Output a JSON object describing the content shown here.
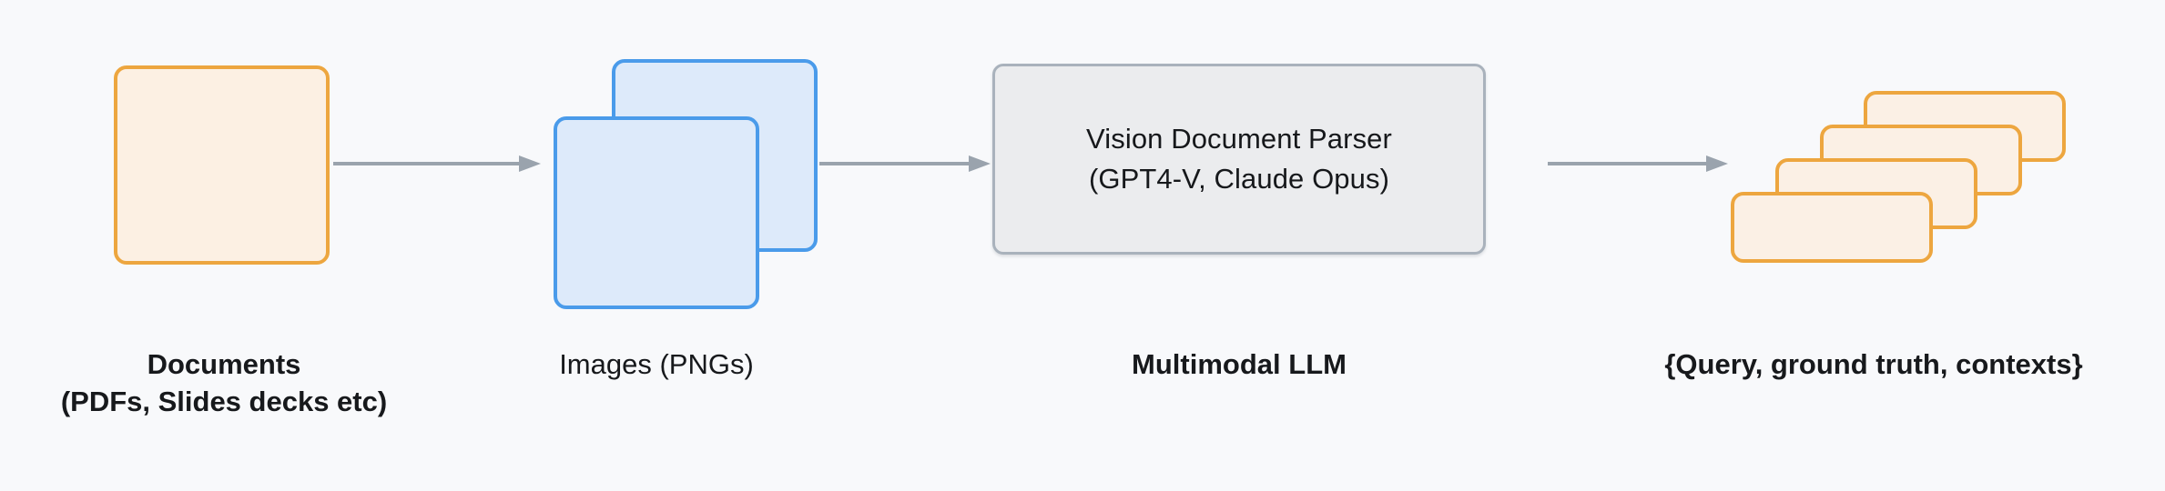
{
  "figure": {
    "background_color": "#f8f9fb",
    "type": "pipeline-flow-diagram",
    "orientation": "left-to-right"
  },
  "palette": {
    "orange_border": "#eda63f",
    "orange_fill": "#fcf0e3",
    "blue_border": "#4a9bea",
    "blue_fill": "#ddeafa",
    "gray_border": "#a9b2bc",
    "gray_fill": "#ebecee",
    "arrow_color": "#9aa3ad",
    "text_color": "#17191c"
  },
  "stages": [
    {
      "id": "documents",
      "icon": "document-square-icon",
      "caption_lines": [
        "Documents",
        "(PDFs, Slides decks etc)"
      ]
    },
    {
      "id": "images",
      "icon": "stacked-images-icon",
      "caption_lines": [
        "Images (PNGs)"
      ]
    },
    {
      "id": "parser",
      "icon": "parser-box-icon",
      "box_lines": [
        "Vision Document Parser",
        "(GPT4-V, Claude Opus)"
      ],
      "caption_lines": [
        "Multimodal LLM"
      ]
    },
    {
      "id": "outputs",
      "icon": "stacked-cards-icon",
      "caption_lines": [
        "{Query, ground truth, contexts}"
      ]
    }
  ],
  "arrows": [
    {
      "id": "arrow-documents-to-images",
      "from": "documents",
      "to": "images"
    },
    {
      "id": "arrow-images-to-parser",
      "from": "images",
      "to": "parser"
    },
    {
      "id": "arrow-parser-to-outputs",
      "from": "parser",
      "to": "outputs"
    }
  ]
}
